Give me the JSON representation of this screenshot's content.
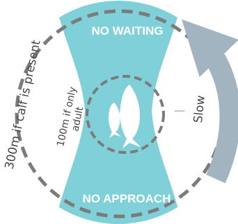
{
  "zones": {
    "top_label": "NO WAITING",
    "bottom_label": "NO APPROACH",
    "outer_distance": "300m if calf is present",
    "inner_distance_line1": "100m if only",
    "inner_distance_line2": "adult",
    "speed_label": "Slow"
  },
  "icons": {
    "whales": "whale-mother-and-calf-icon",
    "boat": "boat-icon",
    "direction": "curved-arrow-icon"
  },
  "colors": {
    "teal": "#7fd0d8",
    "dashed": "#7b7b7b",
    "arrow": "#a2b4bf",
    "white": "#ffffff"
  }
}
